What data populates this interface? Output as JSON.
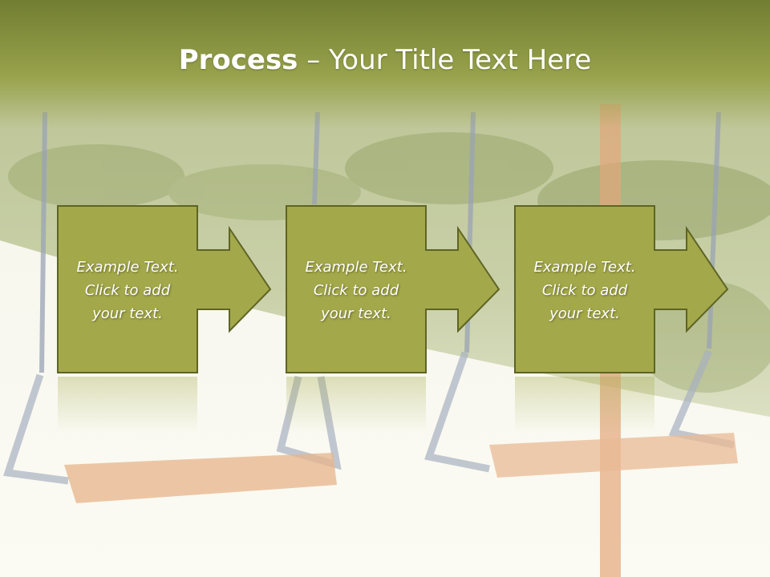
{
  "slide": {
    "title_bold": "Process",
    "title_rest": " – Your Title Text Here"
  },
  "steps": [
    {
      "text": "Example Text.\nClick  to add\nyour text."
    },
    {
      "text": "Example Text.\nClick  to add\nyour text."
    },
    {
      "text": "Example Text.\nClick  to add\nyour text."
    }
  ],
  "colors": {
    "title_band": "#7a8434",
    "box_fill": "#a3a84a",
    "box_border": "#5e6424",
    "text": "#ffffff"
  }
}
